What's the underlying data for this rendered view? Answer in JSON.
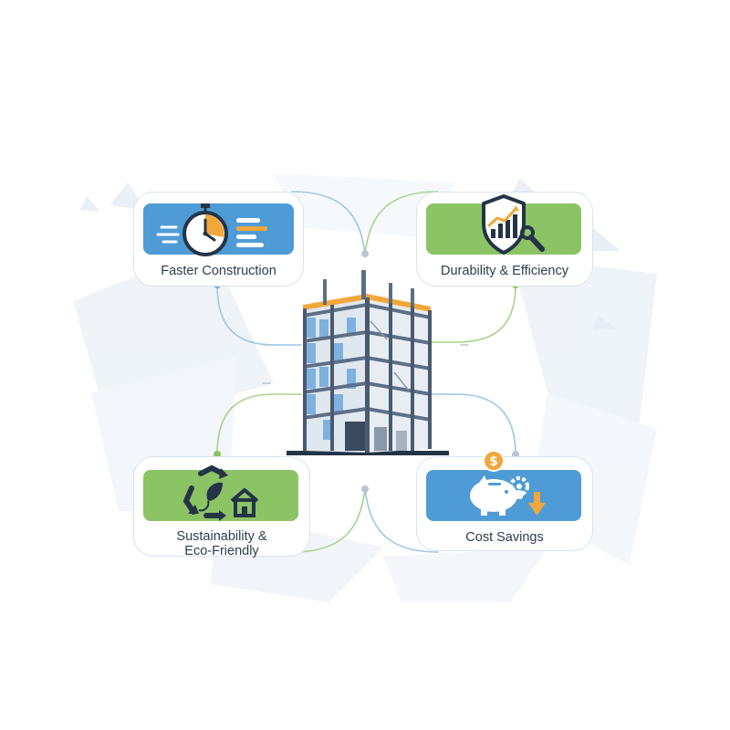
{
  "colors": {
    "blue_panel": "#4f9bd6",
    "green_panel": "#8cc365",
    "orange_accent": "#f2a73b",
    "dark_navy": "#243447",
    "connector_blue": "#9cc7e6",
    "connector_green": "#a7d38a",
    "building_steel": "#5d6f86",
    "building_glass": "#6fa8dc"
  },
  "cards": {
    "top_left": {
      "label": "Faster Construction",
      "icon": "stopwatch-icon",
      "panel_color": "blue"
    },
    "top_right": {
      "label": "Durability & Efficiency",
      "icon": "shield-chart-icon",
      "panel_color": "green"
    },
    "bottom_left": {
      "label_line1": "Sustainability &",
      "label_line2": "Eco-Friendly",
      "icon": "recycle-house-icon",
      "panel_color": "green"
    },
    "bottom_right": {
      "label": "Cost Savings",
      "icon": "piggy-bank-icon",
      "panel_color": "blue"
    }
  },
  "center": {
    "icon": "steel-frame-building-icon"
  }
}
